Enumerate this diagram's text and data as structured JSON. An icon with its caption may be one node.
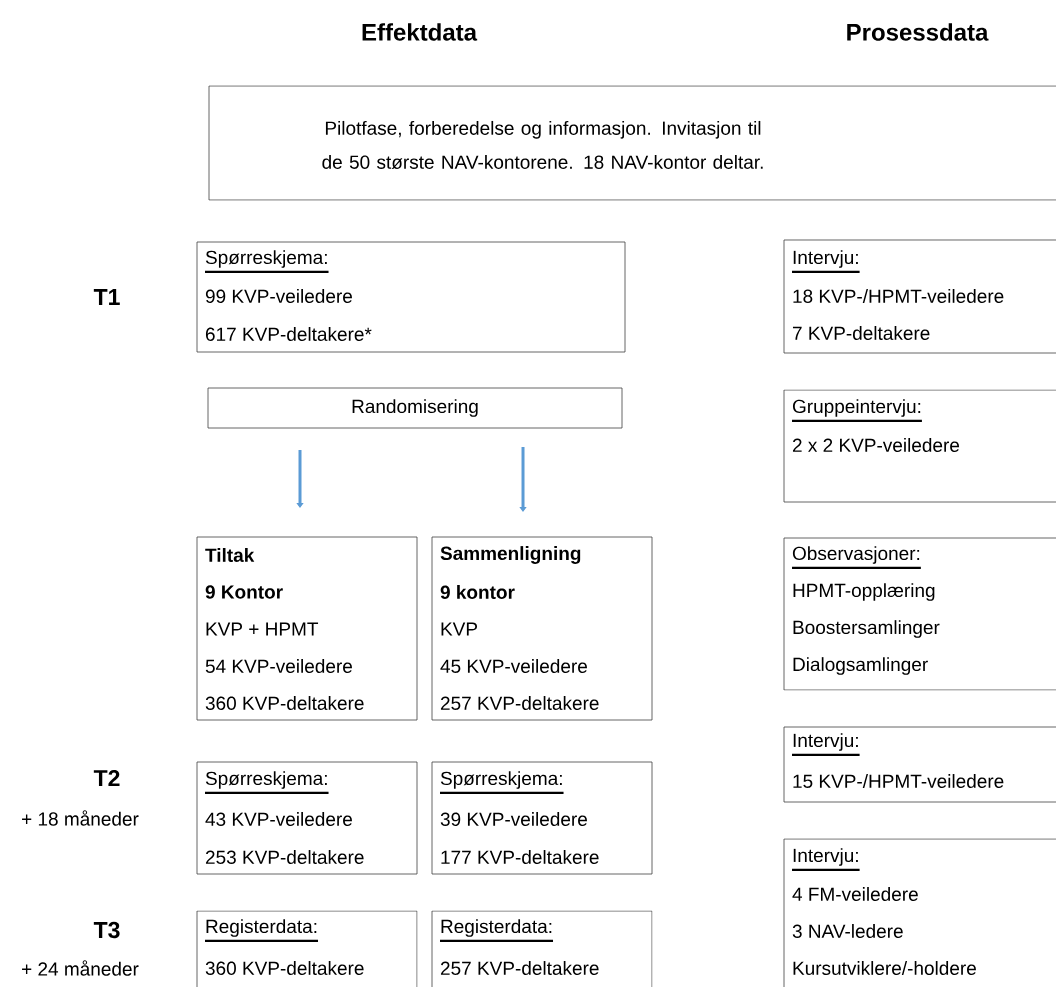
{
  "diagram": {
    "nodes": [
      {
        "text": [
          "Pilotfase, forberedelse og informasjon. Invitasjon til de 50 største NAV-kontorene. 18 NAV-kontor deltar."
        ]
      },
      {
        "text": [
          "Spørreskjema:",
          "99 KVP-veiledere",
          "617 KVP-deltakere*"
        ]
      },
      {
        "text": [
          "Randomisering"
        ]
      },
      {
        "text": [
          "Tiltak",
          "9 Kontor",
          "KVP + HPMT",
          "54 KVP-veiledere",
          "360 KVP-deltakere"
        ]
      },
      {
        "text": [
          "Sammenligning",
          "9 kontor",
          "KVP",
          "45 KVP-veiledere",
          "257 KVP-deltakere"
        ]
      },
      {
        "text": [
          "Spørreskjema:",
          "43 KVP-veiledere",
          "253 KVP-deltakere"
        ]
      },
      {
        "text": [
          "Spørreskjema:",
          "39 KVP-veiledere",
          "177 KVP-deltakere"
        ]
      },
      {
        "text": [
          "Registerdata:",
          "360 KVP-deltakere"
        ]
      },
      {
        "text": [
          "Registerdata:",
          "257 KVP-deltakere"
        ]
      },
      {
        "text": [
          "Intervju:",
          "18 KVP-/HPMT-veiledere",
          "7 KVP-deltakere"
        ]
      },
      {
        "text": [
          "Gruppeintervju:",
          "2 x 2 KVP-veiledere"
        ]
      },
      {
        "text": [
          "Observasjoner:",
          "HPMT-opplæring",
          "Boostersamlinger",
          "Dialogsamlinger"
        ]
      },
      {
        "text": [
          "Intervju:",
          "15 KVP-/HPMT-veiledere"
        ]
      },
      {
        "text": [
          "Intervju:",
          "4 FM-veiledere",
          "3 NAV-ledere",
          "Kursutviklere/-holdere"
        ]
      }
    ],
    "edges": [
      {
        "from": 2,
        "to": 3,
        "arrow": "to"
      },
      {
        "from": 2,
        "to": 4,
        "arrow": "to"
      }
    ],
    "labels": [
      "Effektdata",
      "Prosessdata",
      "T1",
      "T2",
      "+ 18 måneder",
      "T3",
      "+ 24 måneder"
    ]
  }
}
